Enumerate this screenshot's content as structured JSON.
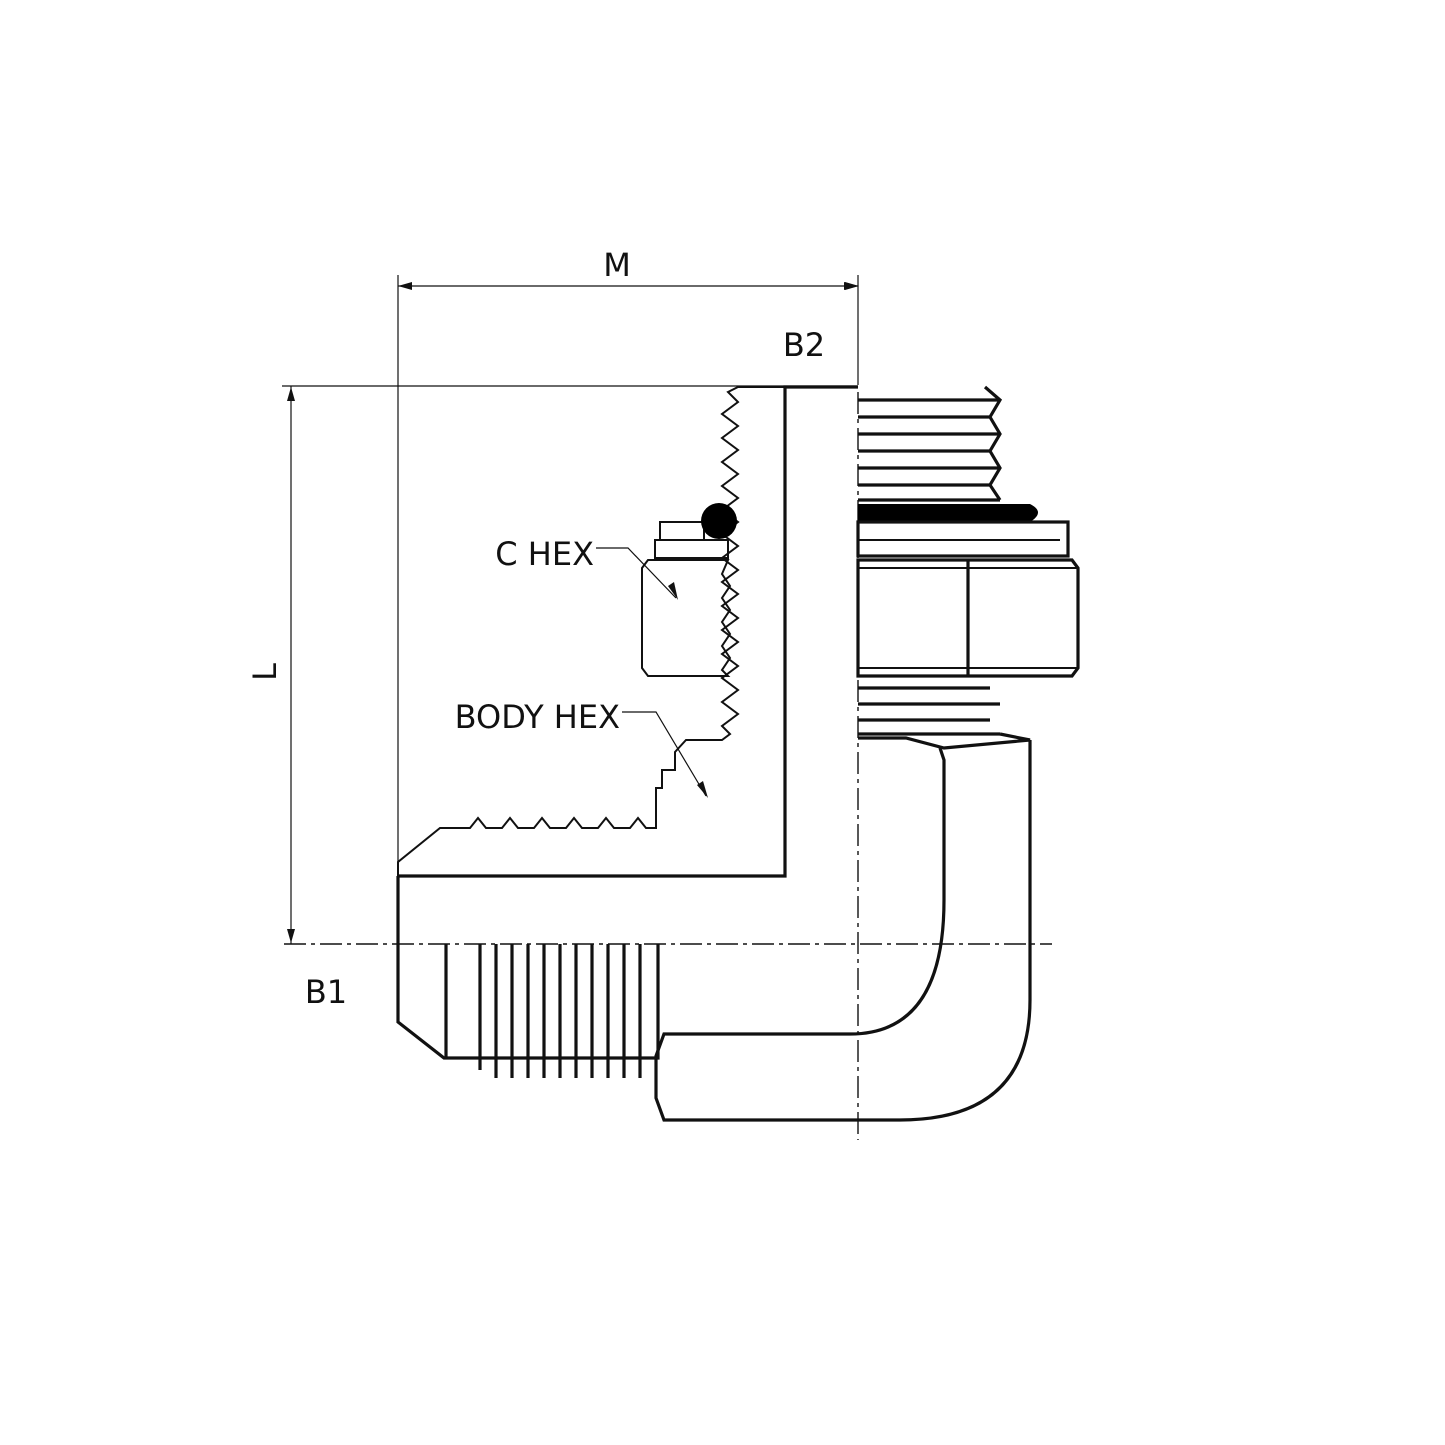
{
  "labels": {
    "m": "M",
    "l": "L",
    "b1": "B1",
    "b2": "B2",
    "c_hex": "C HEX",
    "body_hex": "BODY HEX"
  },
  "colors": {
    "line": "#111111",
    "background": "#ffffff",
    "oring": "#000000"
  }
}
